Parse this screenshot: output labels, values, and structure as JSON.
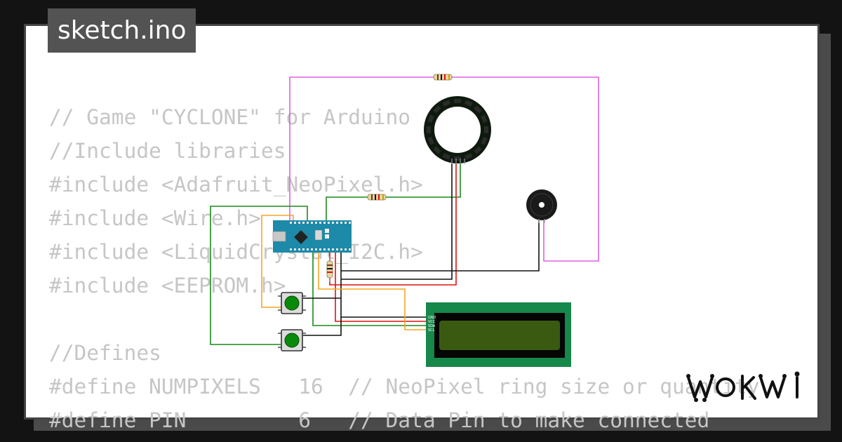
{
  "window": {
    "title": "sketch.ino"
  },
  "code": {
    "lines": [
      "// Game \"CYCLONE\" for Arduino",
      "//Include libraries",
      "#include <Adafruit_NeoPixel.h>",
      "#include <Wire.h>",
      "#include <LiquidCrystal_I2C.h>",
      "#include <EEPROM.h>",
      "",
      "//Defines",
      "#define NUMPIXELS   16  // NeoPixel ring size or quantity",
      "#define PIN         6   // Data Pin to make connected"
    ]
  },
  "circuit": {
    "lcd_pins": [
      "GND",
      "VCC",
      "SDA",
      "SCL"
    ],
    "wire_colors": {
      "pink": "#e060e0",
      "green": "#1a8a1a",
      "red": "#e01010",
      "black": "#111111",
      "orange": "#f5a623"
    }
  },
  "brand": {
    "logo": "wokwi-logo",
    "colors": {
      "background": "#131313",
      "code_text": "#c6c6c6",
      "title_bg": "#535353",
      "arduino_blue": "#1c8aa8",
      "lcd_green": "#16884a",
      "lcd_screen": "#3a5a12"
    }
  }
}
